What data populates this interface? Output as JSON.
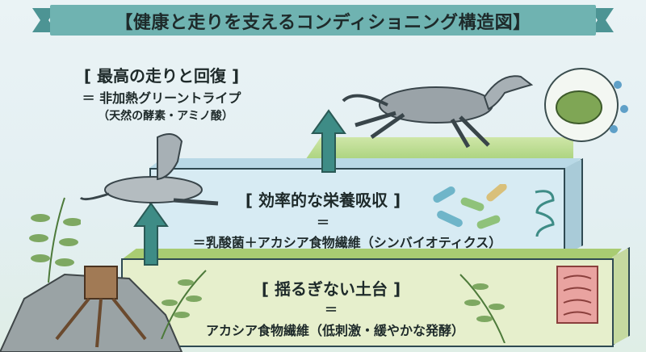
{
  "title": "【健康と走りを支えるコンディショニング構造図】",
  "levels": {
    "top": {
      "heading": "[ 最高の走りと回復 ]",
      "line1": "＝ 非加熱グリーントライプ",
      "line2": "（天然の酵素・アミノ酸）"
    },
    "middle": {
      "heading": "[ 効率的な栄養吸収 ]",
      "equals": "＝",
      "line1": "＝乳酸菌＋アカシア食物繊維（シンバイオティクス）"
    },
    "bottom": {
      "heading": "[ 揺るぎない土台 ]",
      "equals": "＝",
      "line1": "アカシア食物繊維（低刺激・緩やかな発酵）"
    }
  },
  "colors": {
    "banner": "#5fa6a6",
    "arrow": "#3e8c86",
    "middle_block": "#d7ebf3",
    "bottom_block": "#e6efcc",
    "grass": "#9ccb6d"
  }
}
